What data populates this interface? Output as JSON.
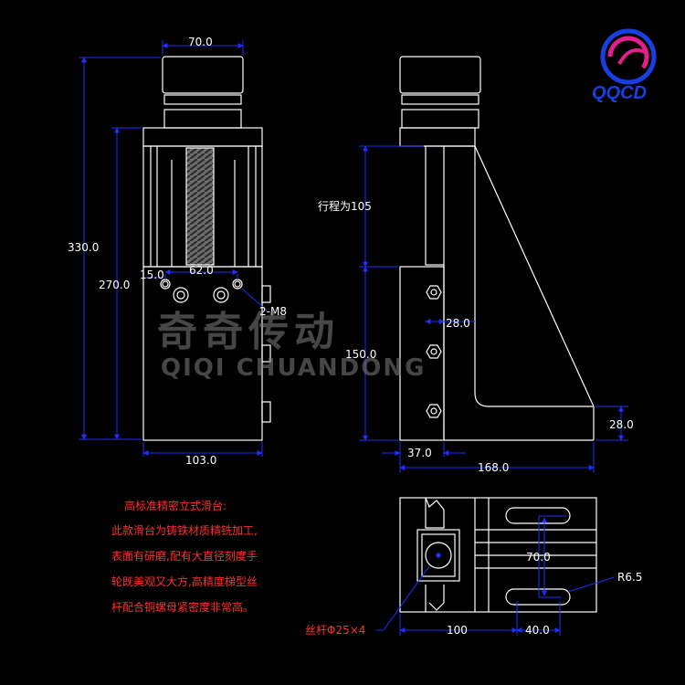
{
  "logo": {
    "text": "QQCD"
  },
  "watermark": {
    "cn": "奇奇传动",
    "en": "QIQI CHUANDONG"
  },
  "front_view": {
    "dim_top_width": "70.0",
    "dim_total_height": "330.0",
    "dim_body_height": "270.0",
    "dim_hole_spacing": "62.0",
    "dim_hole_offset": "15.0",
    "dim_thread": "2-M8",
    "dim_base_width": "103.0"
  },
  "side_view": {
    "dim_stroke": "行程为105",
    "dim_carriage_height": "150.0",
    "dim_carriage_width": "28.0",
    "dim_base_thickness": "28.0",
    "dim_column_offset": "37.0",
    "dim_base_length": "168.0"
  },
  "top_view": {
    "dim_slot_spacing": "70.0",
    "dim_slot_radius": "R6.5",
    "dim_leadscrew": "丝杆Φ25×4",
    "dim_base_offset": "100",
    "dim_slot_offset": "40.0"
  },
  "description": {
    "title": "高标准精密立式滑台:",
    "lines": [
      "此款滑台为铸铁材质精铣加工,",
      "表面有研磨,配有大直径刻度手",
      "轮既美观又大方,高精度梯型丝",
      "杆配合铜螺母紧密度非常高。"
    ]
  },
  "colors": {
    "outline": "#ffffff",
    "dimension": "#1f2fff",
    "note": "#ff3030",
    "watermark": "#808080"
  }
}
